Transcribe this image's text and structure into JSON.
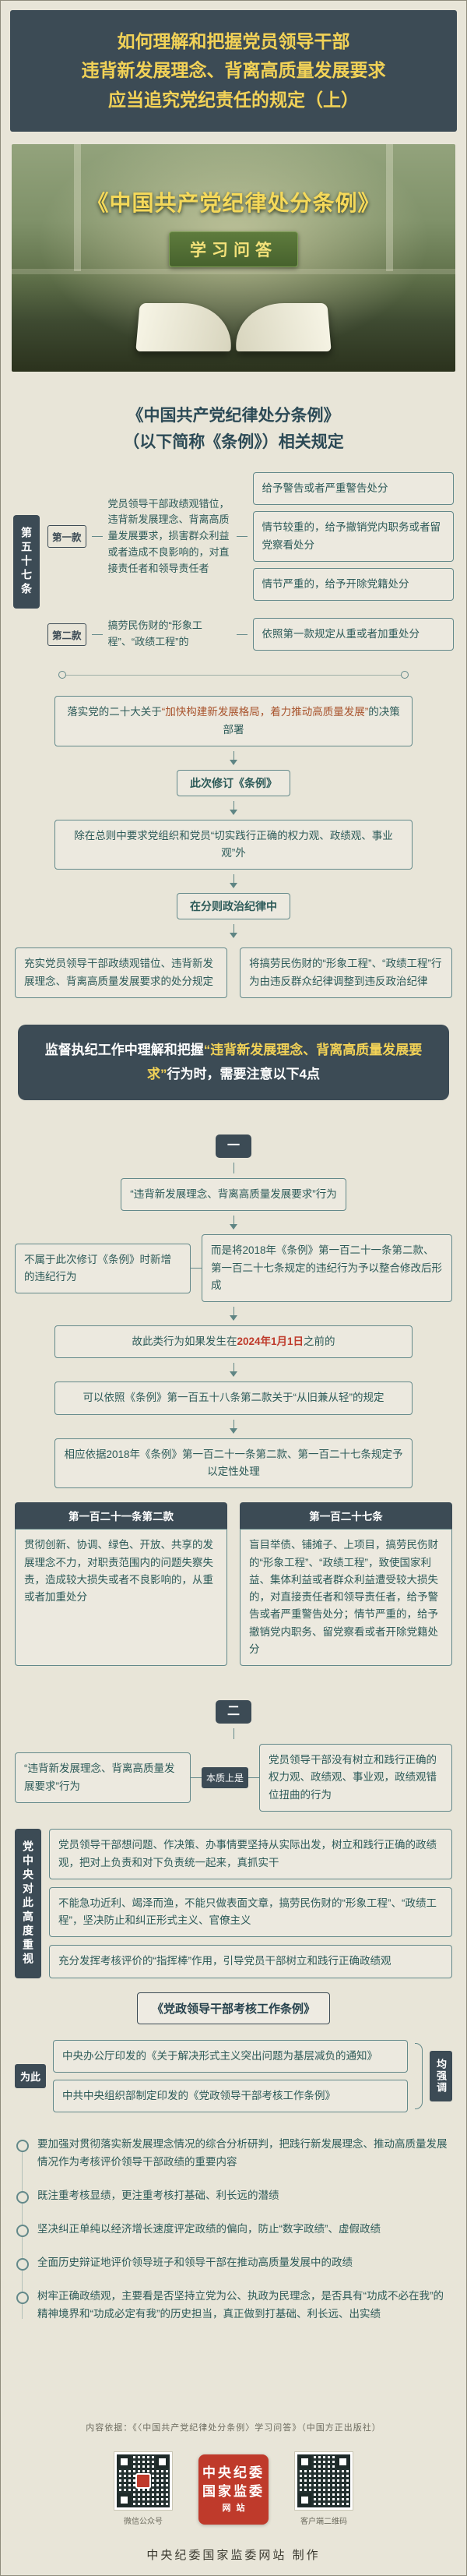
{
  "masthead": {
    "title_lines": [
      "如何理解和把握党员领导干部",
      "违背新发展理念、背离高质量发展要求",
      "应当追究党纪责任的规定（上）"
    ]
  },
  "hero": {
    "book_title": "《中国共产党纪律处分条例》",
    "badge": "学习问答"
  },
  "section_reg": {
    "title_line1": "《中国共产党纪律处分条例》",
    "title_line2": "（以下简称《条例》）相关规定",
    "article_label": "第五十七条",
    "clause1": {
      "label": "第一款",
      "desc": "党员领导干部政绩观错位，违背新发展理念、背离高质量发展要求，损害群众利益或者造成不良影响的，对直接责任者和领导责任者",
      "penalties": [
        "给予警告或者严重警告处分",
        "情节较重的，给予撤销党内职务或者留党察看处分",
        "情节严重的，给予开除党籍处分"
      ]
    },
    "clause2": {
      "label": "第二款",
      "desc": "搞劳民伤财的“形象工程”、“政绩工程”的",
      "penalty": "依照第一款规定从重或者加重处分"
    }
  },
  "revision_flow": {
    "top_pre": "落实党的二十大关于",
    "top_quote": "“加快构建新发展格局，着力推动高质量发展”",
    "top_post": "的决策部署",
    "step1": "此次修订《条例》",
    "step2": "除在总则中要求党组织和党员“切实践行正确的权力观、政绩观、事业观”外",
    "step3": "在分则政治纪律中",
    "left": "充实党员领导干部政绩观错位、违背新发展理念、背离高质量发展要求的处分规定",
    "right": "将搞劳民伤财的“形象工程”、“政绩工程”行为由违反群众纪律调整到违反政治纪律"
  },
  "banner": {
    "pre": "监督执纪工作中理解和把握",
    "quote": "“违背新发展理念、背离高质量发展要求”",
    "post": "行为时，需要注意以下4点"
  },
  "point1": {
    "badge": "一",
    "subject": "“违背新发展理念、背离高质量发展要求”行为",
    "not_new": "不属于此次修订《条例》时新增的违纪行为",
    "but": "而是将2018年《条例》第一百二十一条第二款、第一百二十七条规定的违纪行为予以整合修改后形成",
    "step1_pre": "故此类行为如果发生在",
    "step1_date": "2024年1月1日",
    "step1_post": "之前的",
    "step2": "可以依照《条例》第一百五十八条第二款关于“从旧兼从轻”的规定",
    "step3": "相应依据2018年《条例》第一百二十一条第二款、第一百二十七条规定予以定性处理",
    "compare": {
      "left_header": "第一百二十一条第二款",
      "left_body": "贯彻创新、协调、绿色、开放、共享的发展理念不力，对职责范围内的问题失察失责，造成较大损失或者不良影响的，从重或者加重处分",
      "right_header": "第一百二十七条",
      "right_body": "盲目举债、铺摊子、上项目，搞劳民伤财的“形象工程”、“政绩工程”，致使国家利益、集体利益或者群众利益遭受较大损失的，对直接责任者和领导责任者，给予警告或者严重警告处分；情节严重的，给予撤销党内职务、留党察看或者开除党籍处分"
    }
  },
  "point2": {
    "badge": "二",
    "subject": "“违背新发展理念、背离高质量发展要求”行为",
    "link_label": "本质上是",
    "essence": "党员领导干部没有树立和践行正确的权力观、政绩观、事业观，政绩观错位扭曲的行为",
    "central_label": "党中央对此高度重视",
    "central_points": [
      "党员领导干部想问题、作决策、办事情要坚持从实际出发，树立和践行正确的政绩观，把对上负责和对下负责统一起来，真抓实干",
      "不能急功近利、竭泽而渔，不能只做表面文章，搞劳民伤财的“形象工程”、“政绩工程”，坚决防止和纠正形式主义、官僚主义",
      "充分发挥考核评价的“指挥棒”作用，引导党员干部树立和践行正确政绩观"
    ],
    "highlight_doc": "《党政领导干部考核工作条例》",
    "weici_label": "为此",
    "docs": [
      "中央办公厅印发的《关于解决形式主义突出问题为基层减负的通知》",
      "中共中央组织部制定印发的《党政领导干部考核工作条例》"
    ],
    "emphasis_label": "均强调",
    "bullets": [
      "要加强对贯彻落实新发展理念情况的综合分析研判，把践行新发展理念、推动高质量发展情况作为考核评价领导干部政绩的重要内容",
      "既注重考核显绩，更注重考核打基础、利长远的潜绩",
      "坚决纠正单纯以经济增长速度评定政绩的偏向，防止“数字政绩”、虚假政绩",
      "全面历史辩证地评价领导班子和领导干部在推动高质量发展中的政绩",
      "树牢正确政绩观，主要看是否坚持立党为公、执政为民理念，是否具有“功成不必在我”的精神境界和“功成必定有我”的历史担当，真正做到打基础、利长远、出实绩"
    ]
  },
  "footer": {
    "attribution": "内容依据：《〈中国共产党纪律处分条例〉学习问答》（中国方正出版社）",
    "logo_line1": "中央纪委",
    "logo_line2": "国家监委",
    "logo_line3": "网站",
    "qr_left_caption": "微信公众号",
    "qr_right_caption": "客户端二维码",
    "credit": "中央纪委国家监委网站 制作"
  }
}
